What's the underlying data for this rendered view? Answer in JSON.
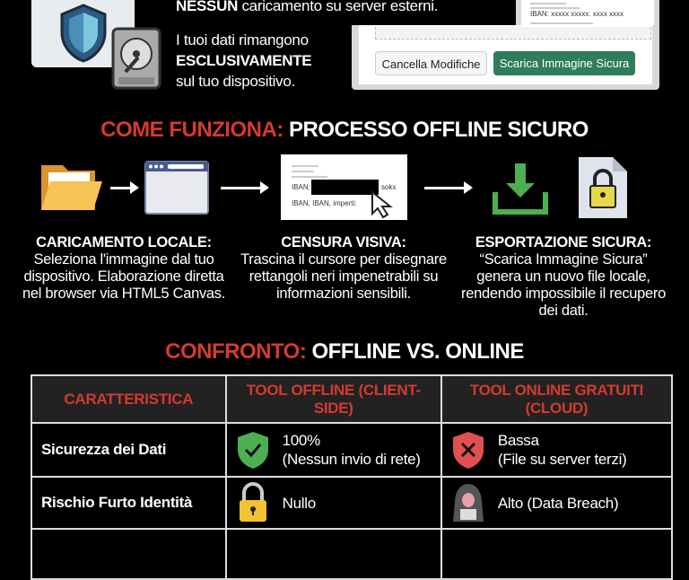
{
  "intro": {
    "line1_bold": "NESSUN",
    "line1_rest": " caricamento su server esterni.",
    "line2": "I tuoi dati rimangono",
    "line3": "ESCLUSIVAMENTE",
    "line4": "sul tuo dispositivo."
  },
  "mock_app": {
    "iban_text": "IBAN: xxxxx xxxxx. xxxx xxxx",
    "cancel_label": "Cancella Modifiche",
    "download_label": "Scarica Immagine Sicura",
    "download_color": "#2e7d5b"
  },
  "how": {
    "title_red": "COME FUNZIONA:",
    "title_white": " PROCESSO OFFLINE SICURO",
    "doc_text1": "IBAN:",
    "doc_text2": "sokx",
    "doc_text3": "IBAN, IBAN, imperti:",
    "steps": [
      {
        "title": "CARICAMENTO LOCALE:",
        "text": "Seleziona l'immagine dal tuo dispositivo. Elaborazione diretta nel browser via HTML5 Canvas."
      },
      {
        "title": "CENSURA VISIVA:",
        "text": "Trascina il cursore per disegnare rettangoli neri impenetrabili su informazioni sensibili."
      },
      {
        "title": "ESPORTAZIONE SICURA:",
        "text": "“Scarica Immagine Sicura” genera un nuovo file locale, rendendo impossibile il recupero dei dati."
      }
    ]
  },
  "compare": {
    "title_red": "CONFRONTO:",
    "title_white": " OFFLINE VS. ONLINE",
    "headers": [
      "CARATTERISTICA",
      "TOOL OFFLINE (CLIENT-SIDE)",
      "TOOL ONLINE GRATUITI (CLOUD)"
    ],
    "rows": [
      {
        "feature": "Sicurezza dei Dati",
        "offline": "100%",
        "offline_sub": "(Nessun invio di rete)",
        "online": "Bassa",
        "online_sub": "(File su server terzi)"
      },
      {
        "feature": "Rischio Furto Identità",
        "offline": "Nullo",
        "online": "Alto (Data Breach)"
      }
    ]
  },
  "colors": {
    "accent_red": "#d43a30",
    "green": "#4caf50",
    "background": "#000000"
  }
}
